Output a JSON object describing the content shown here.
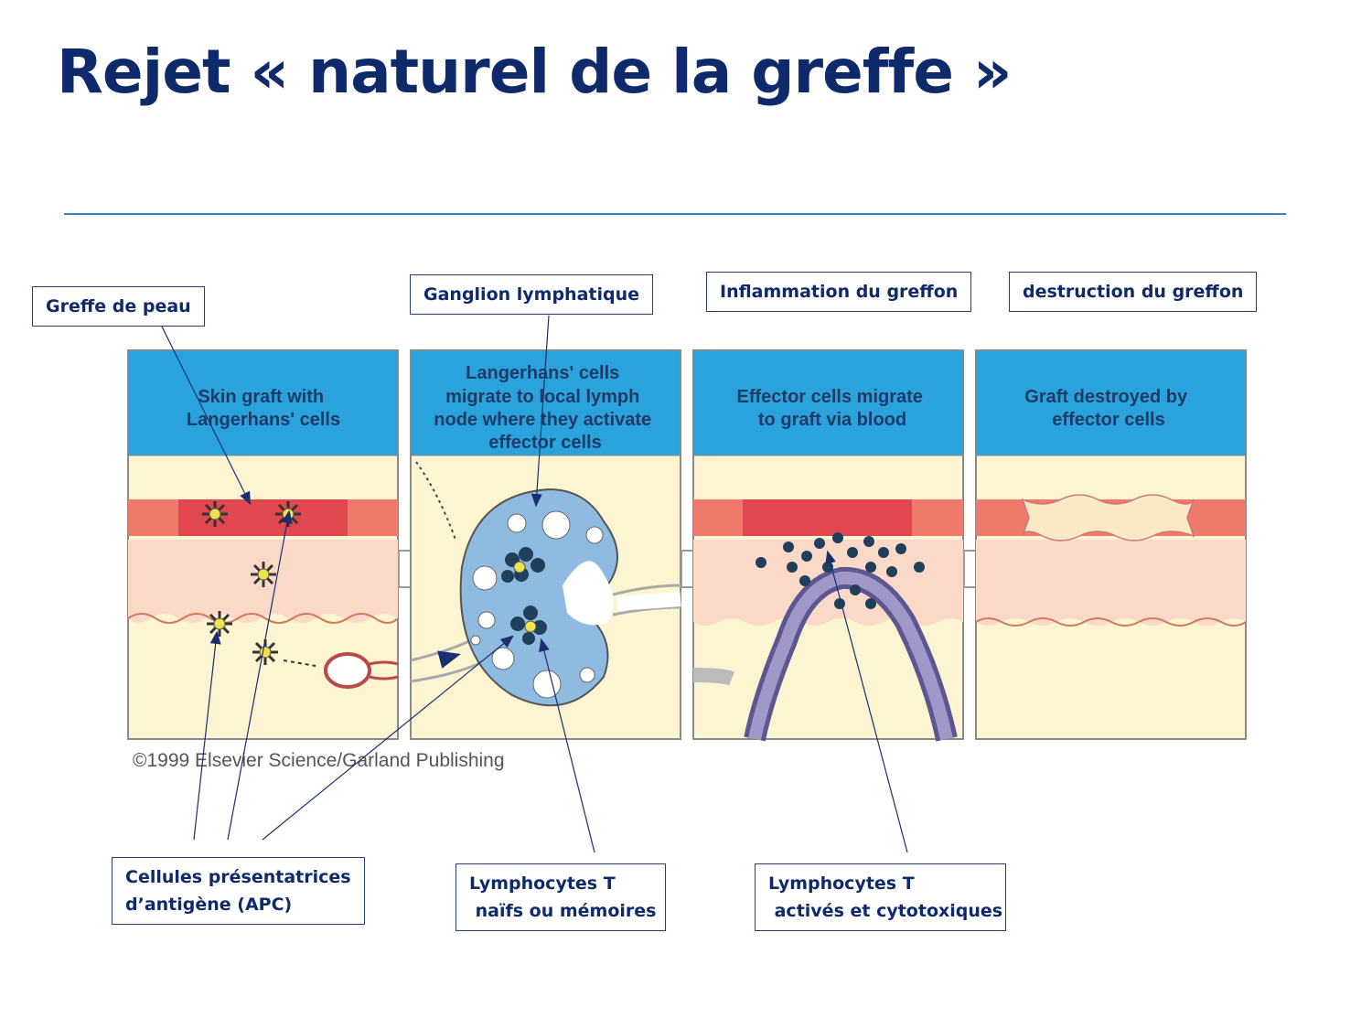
{
  "title": "Rejet « naturel de la greffe »",
  "labels": {
    "greffe_peau": "Greffe de peau",
    "ganglion": "Ganglion lymphatique",
    "inflammation": "Inflammation du greffon",
    "destruction": "destruction du greffon",
    "apc_line1": "Cellules présentatrices",
    "apc_line2": "d’antigène (APC)",
    "naive_line1": "Lymphocytes T",
    "naive_line2": " naïfs ou mémoires",
    "active_line1": "Lymphocytes T",
    "active_line2": " activés et cytotoxiques"
  },
  "panels": [
    {
      "caption": [
        "Skin graft with",
        "Langerhans' cells"
      ]
    },
    {
      "caption": [
        "Langerhans' cells",
        "migrate to local lymph",
        "node where they activate",
        "effector cells"
      ]
    },
    {
      "caption": [
        "Effector cells migrate",
        "to graft via blood"
      ]
    },
    {
      "caption": [
        "Graft destroyed by",
        "effector cells"
      ]
    }
  ],
  "credit": "©1999 Elsevier Science/Garland Publishing",
  "colors": {
    "title": "#0e2a6b",
    "header_blue": "#2aa3dc",
    "graft_red": "#e0474e",
    "epidermis": "#ef7a6c",
    "dermis": "#fbd9c8",
    "subcutis": "#fdf5d2",
    "node_blue": "#8fbbe0",
    "vessel": "#7f77ad",
    "leader_line": "#1a2f6e"
  }
}
